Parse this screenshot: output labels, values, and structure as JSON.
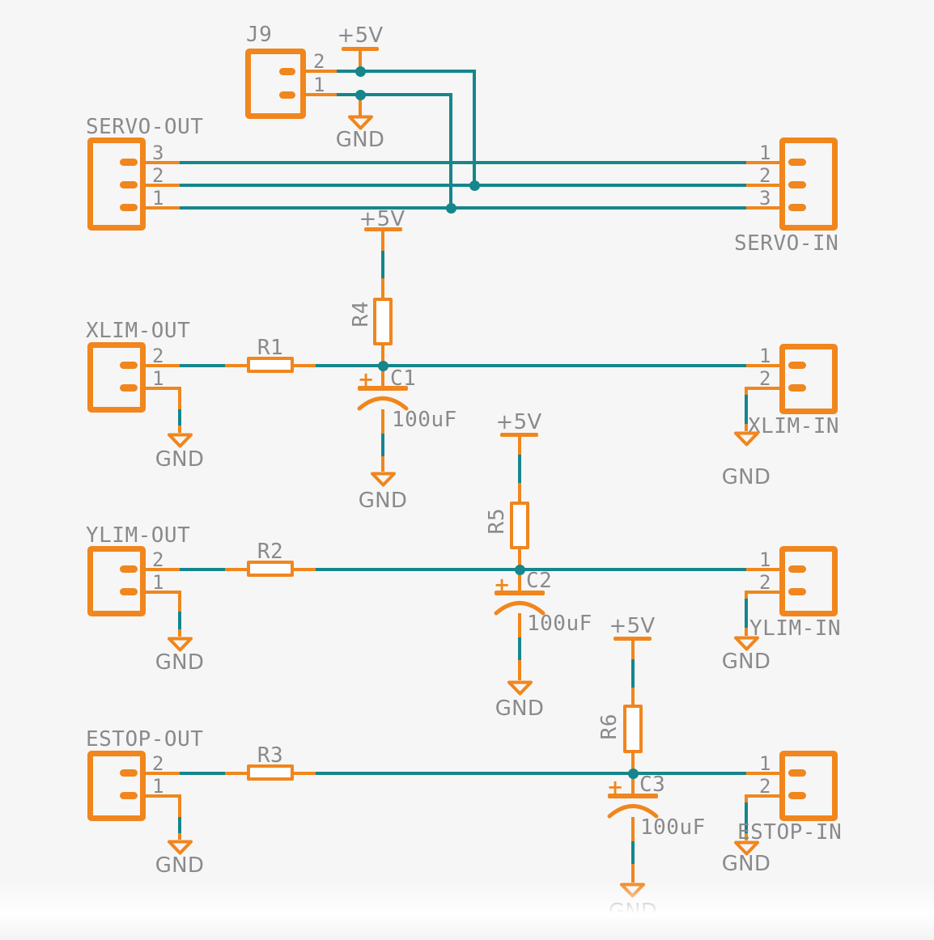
{
  "schematic": {
    "colors": {
      "component_orange": "#F0861D",
      "wire_teal": "#15868C",
      "text_gray": "#8A8A8D",
      "background": "#F6F6F6"
    },
    "power_flags": {
      "vcc_label": "+5V",
      "gnd_label": "GND"
    },
    "connectors": {
      "j9": {
        "label": "J9",
        "pin_numbers": [
          "2",
          "1"
        ]
      },
      "servo_out": {
        "label": "SERVO-OUT",
        "pin_numbers": [
          "3",
          "2",
          "1"
        ]
      },
      "servo_in": {
        "label": "SERVO-IN",
        "pin_numbers": [
          "1",
          "2",
          "3"
        ]
      },
      "xlim_out": {
        "label": "XLIM-OUT",
        "pin_numbers": [
          "2",
          "1"
        ]
      },
      "xlim_in": {
        "label": "XLIM-IN",
        "pin_numbers": [
          "1",
          "2"
        ]
      },
      "ylim_out": {
        "label": "YLIM-OUT",
        "pin_numbers": [
          "2",
          "1"
        ]
      },
      "ylim_in": {
        "label": "YLIM-IN",
        "pin_numbers": [
          "1",
          "2"
        ]
      },
      "estop_out": {
        "label": "ESTOP-OUT",
        "pin_numbers": [
          "2",
          "1"
        ]
      },
      "estop_in": {
        "label": "ESTOP-IN",
        "pin_numbers": [
          "1",
          "2"
        ]
      }
    },
    "resistors": {
      "r1": {
        "ref": "R1"
      },
      "r2": {
        "ref": "R2"
      },
      "r3": {
        "ref": "R3"
      },
      "r4": {
        "ref": "R4"
      },
      "r5": {
        "ref": "R5"
      },
      "r6": {
        "ref": "R6"
      }
    },
    "capacitors": {
      "c1": {
        "ref": "C1",
        "value": "100uF",
        "plus": "+"
      },
      "c2": {
        "ref": "C2",
        "value": "100uF",
        "plus": "+"
      },
      "c3": {
        "ref": "C3",
        "value": "100uF",
        "plus": "+"
      }
    }
  }
}
